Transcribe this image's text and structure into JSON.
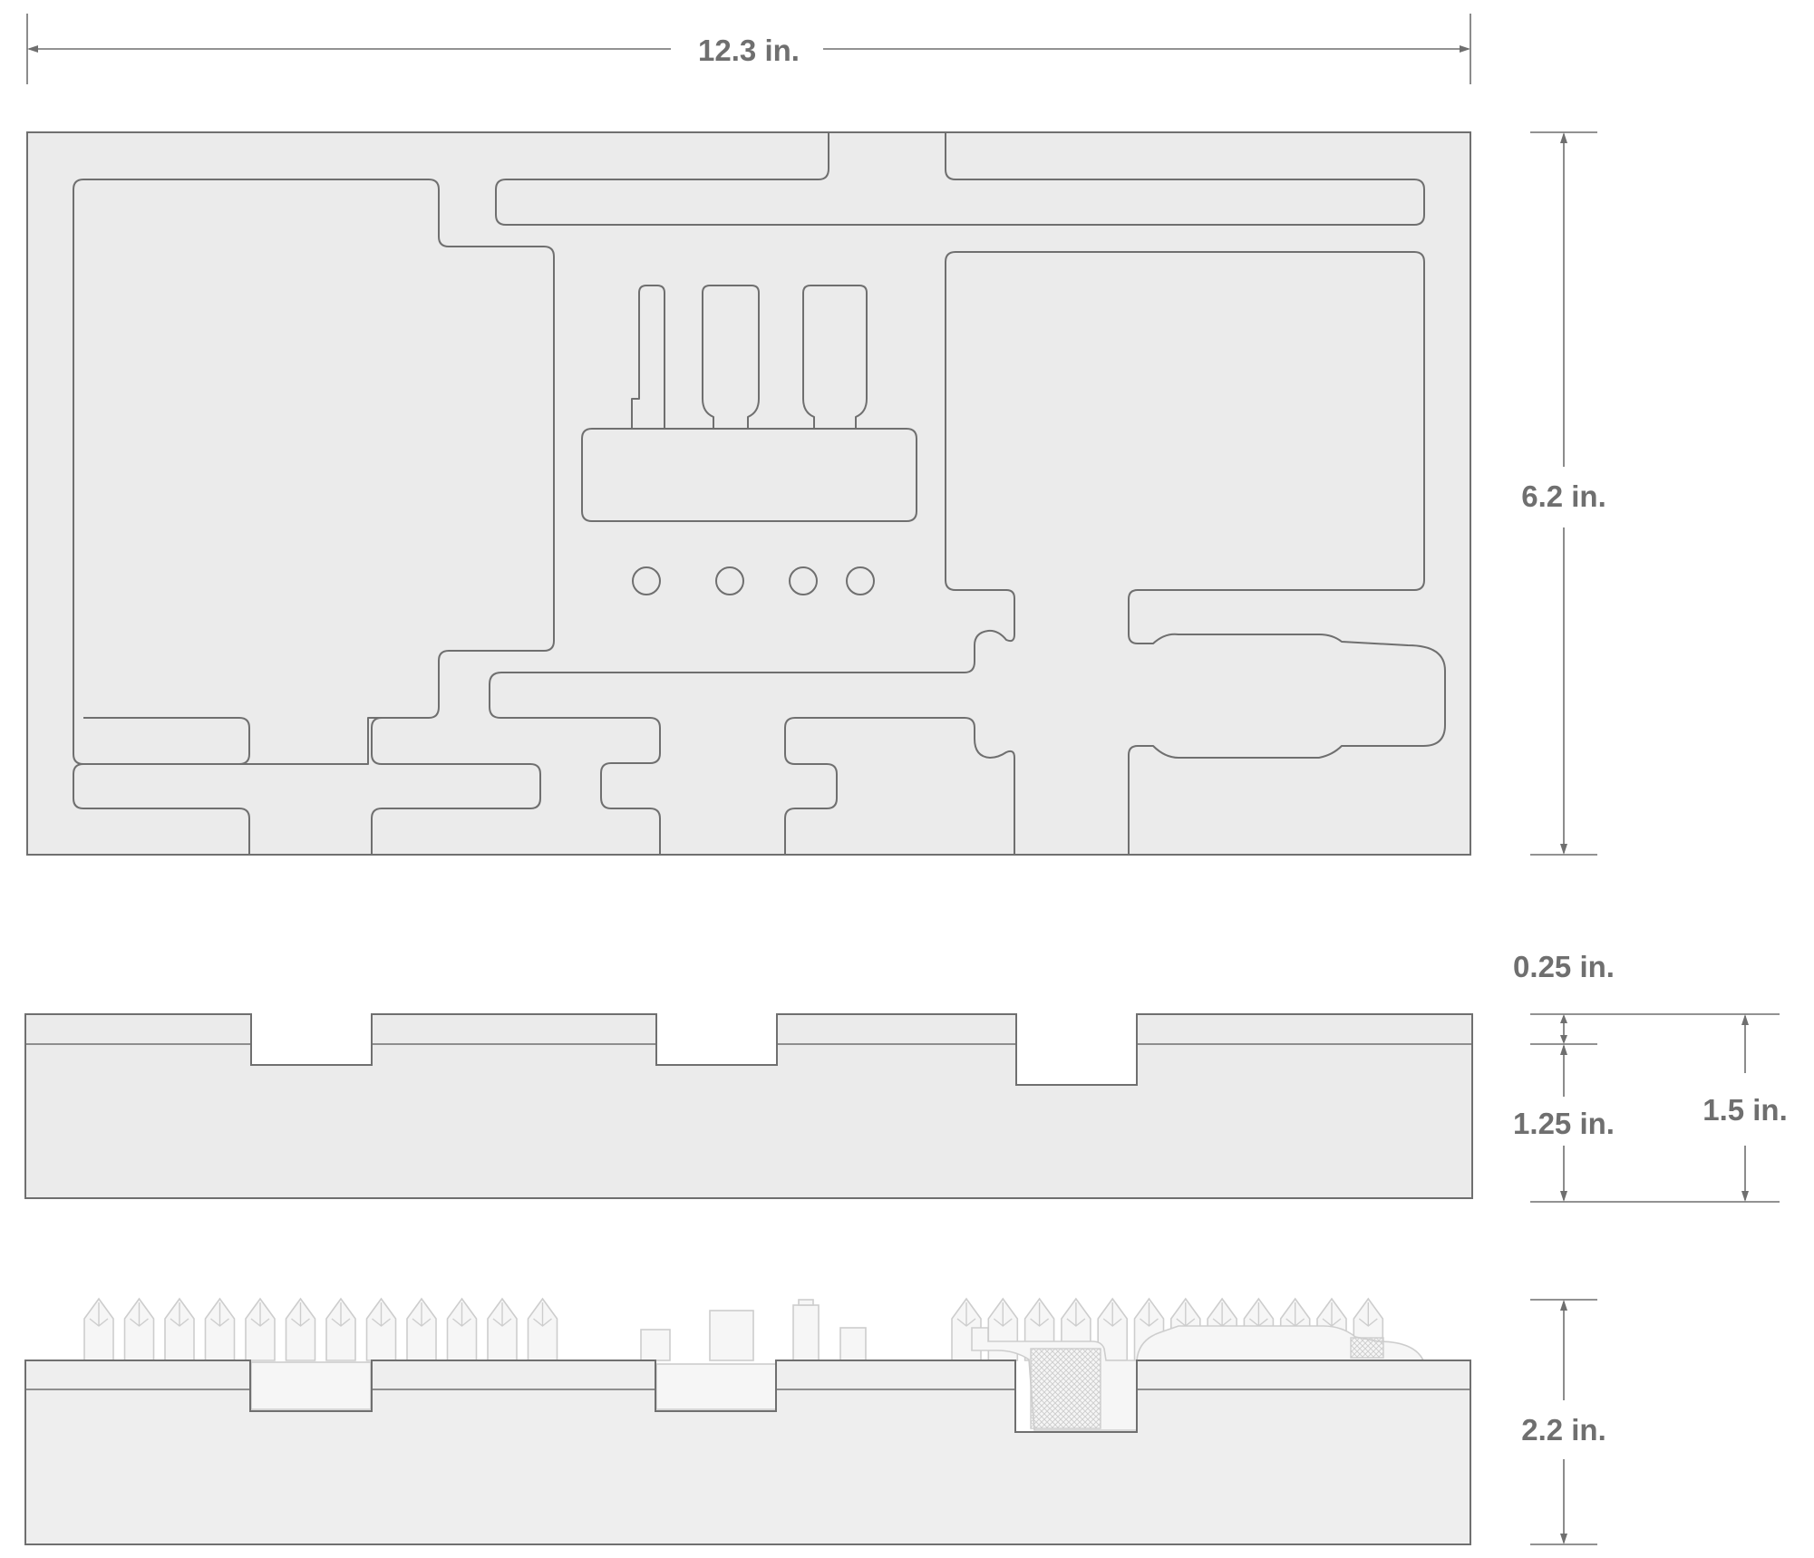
{
  "dimensions": {
    "width": "12.3 in.",
    "length": "6.2 in.",
    "top_layer": "0.25 in.",
    "base_layer": "1.25 in.",
    "total_foam": "1.5 in.",
    "with_tools": "2.2 in."
  },
  "colors": {
    "foam_fill": "#ebebeb",
    "outline": "#6f6f6f",
    "tool_fill": "#f6f6f6",
    "tool_stroke": "#cdcdcd",
    "background": "#ffffff"
  },
  "views": [
    "top-view",
    "side-section-view",
    "side-view-with-tools"
  ]
}
